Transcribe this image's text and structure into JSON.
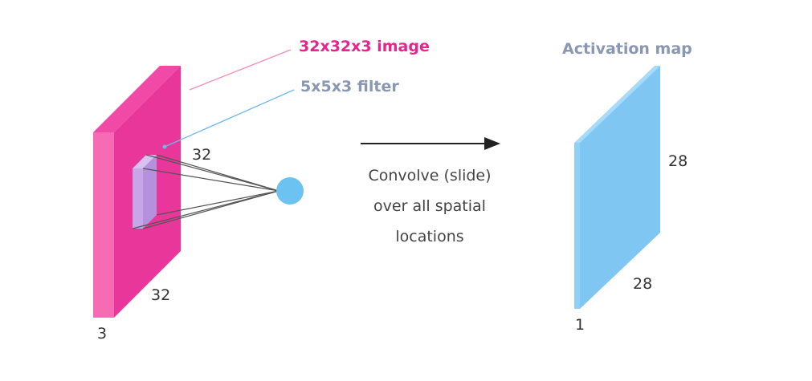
{
  "colors": {
    "image_face": "#f56cb4",
    "image_top": "#f04aa6",
    "image_side": "#e8369a",
    "filter": "#c6a6e6",
    "filter_side": "#b590dd",
    "neuron": "#6cc3f2",
    "activation_face": "#8fd0f7",
    "activation_side": "#6fbcee",
    "pink_text": "#e8238d",
    "blue_text": "#8a97b3",
    "arrow": "#222222"
  },
  "labels": {
    "image_title": "32x32x3 image",
    "filter_title": "5x5x3 filter",
    "activation_title": "Activation map",
    "image_height": "32",
    "image_width": "32",
    "image_depth": "3",
    "activation_height": "28",
    "activation_width": "28",
    "activation_depth": "1"
  },
  "caption": [
    "Convolve (slide)",
    "over all spatial",
    "locations"
  ],
  "icons": {
    "arrow": "right-arrow-icon",
    "neuron": "circle-neuron-icon"
  }
}
